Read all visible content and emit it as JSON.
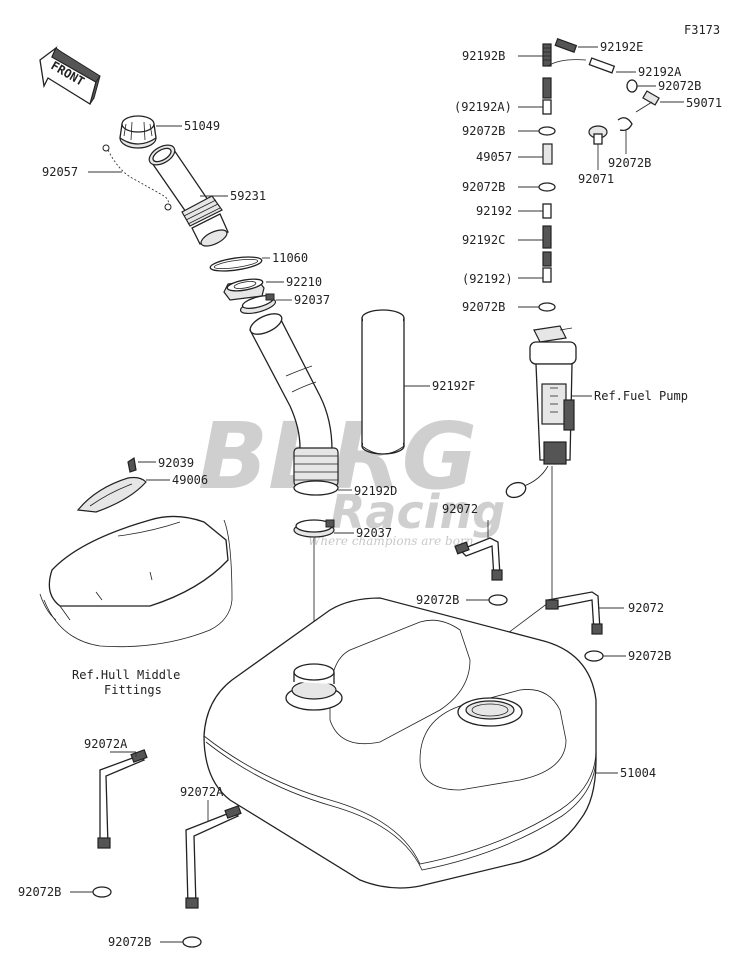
{
  "diagram_code": "F3173",
  "front_arrow_label": "FRONT",
  "watermark": {
    "brand": "BERG",
    "sub": "Racing",
    "tagline": "Where champions are born"
  },
  "parts": {
    "p51049": "51049",
    "p92057": "92057",
    "p59231": "59231",
    "p11060": "11060",
    "p92210": "92210",
    "p92037_top": "92037",
    "p92192F": "92192F",
    "p92039": "92039",
    "p49006": "49006",
    "p92192D": "92192D",
    "p92037_bottom": "92037",
    "p92192B_top": "92192B",
    "p92192E": "92192E",
    "p92192A": "92192A",
    "p92072B_a": "92072B",
    "p59071": "59071",
    "p92192A_paren": "(92192A)",
    "p92072B_b": "92072B",
    "p92072B_c": "92072B",
    "p92071": "92071",
    "p49057": "49057",
    "p92072B_d": "92072B",
    "p92192": "92192",
    "p92192C": "92192C",
    "p92192_paren": "(92192)",
    "p92072B_e": "92072B",
    "p92072_a": "92072",
    "p92072B_f": "92072B",
    "p92072_b": "92072",
    "p92072B_g": "92072B",
    "p51004": "51004",
    "p92072A_a": "92072A",
    "p92072A_b": "92072A",
    "p92072B_h": "92072B",
    "p92072B_i": "92072B"
  },
  "refs": {
    "fuel_pump": "Ref.Fuel Pump",
    "hull_line1": "Ref.Hull Middle",
    "hull_line2": "Fittings"
  }
}
